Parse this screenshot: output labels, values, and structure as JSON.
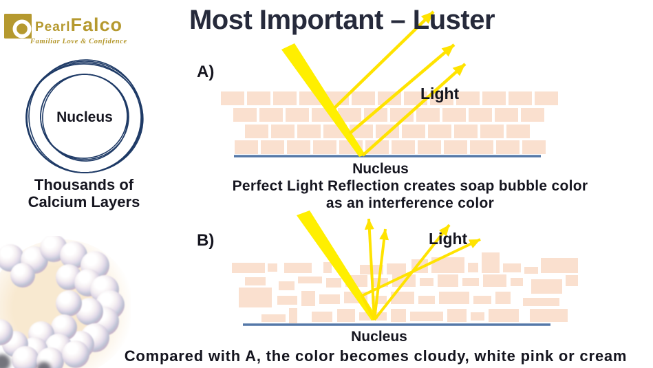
{
  "slide": {
    "title": "Most Important – Luster"
  },
  "logo": {
    "brand_part1": "Pearl",
    "brand_part2": "Falco",
    "tagline": "Familiar Love & Confidence"
  },
  "nucleus_diagram": {
    "center_label": "Nucleus",
    "caption_line1": "Thousands of",
    "caption_line2": "Calcium Layers"
  },
  "diagram_a": {
    "label": "A)",
    "light_label": "Light",
    "base_label": "Nucleus",
    "caption_line1": "Perfect Light Reflection creates soap bubble color",
    "caption_line2": "as an interference color"
  },
  "diagram_b": {
    "label": "B)",
    "light_label": "Light",
    "base_label": "Nucleus",
    "caption": "Compared with A, the color becomes cloudy, white pink or cream"
  },
  "colors": {
    "brand_gold": "#b5992f",
    "title_text": "#262a3b",
    "body_text": "#15151f",
    "nucleus_ring": "#1e3a66",
    "brick_fill": "#fae0cf",
    "surface_line": "#5578a8",
    "light_beam": "#ffef00",
    "light_ray": "#ffe300"
  }
}
